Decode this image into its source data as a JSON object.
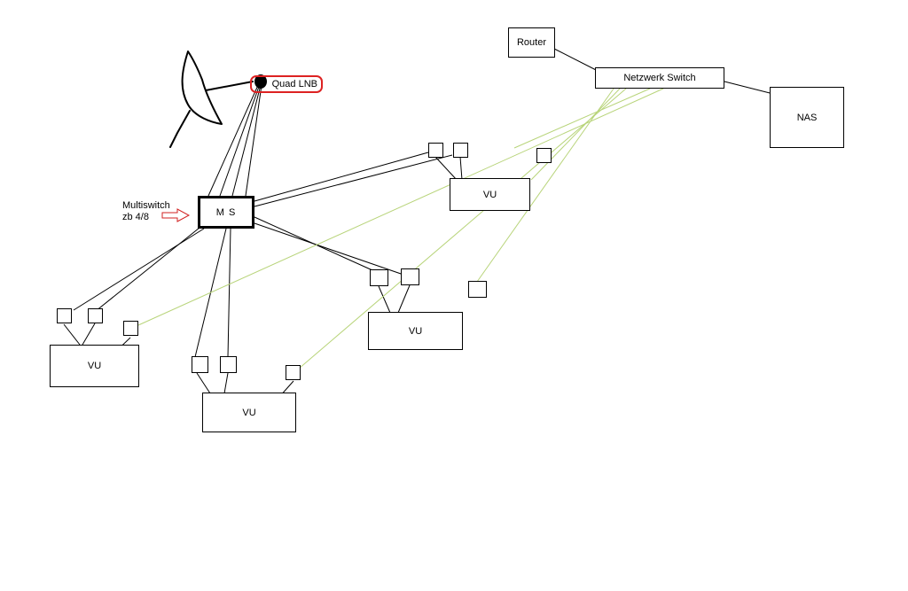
{
  "labels": {
    "router": "Router",
    "switch": "Netzwerk Switch",
    "nas": "NAS",
    "lnb": "Quad LNB",
    "multiswitch_line1": "Multiswitch",
    "multiswitch_line2": "zb 4/8",
    "ms": "M S",
    "receiver": "VU"
  },
  "colors": {
    "coax": "#000000",
    "lan": "#b8d47a",
    "lnb_highlight": "#d22222",
    "arrow": "#d22222"
  }
}
